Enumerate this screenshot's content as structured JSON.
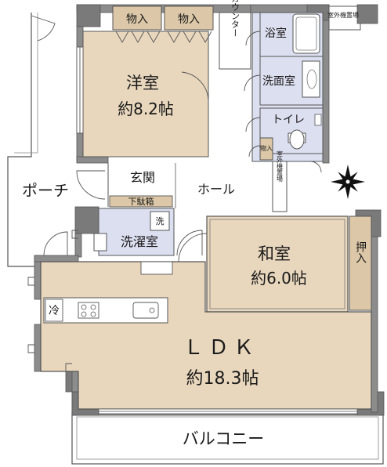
{
  "rooms": {
    "western": {
      "name": "洋室",
      "size": "約8.2帖"
    },
    "japanese": {
      "name": "和室",
      "size": "約6.0帖"
    },
    "ldk": {
      "name": "ＬＤＫ",
      "size": "約18.3帖"
    },
    "bath": {
      "name": "浴室"
    },
    "washroom": {
      "name": "洗面室"
    },
    "toilet": {
      "name": "トイレ"
    },
    "laundry": {
      "name": "洗濯室"
    },
    "entrance": {
      "name": "玄関"
    },
    "hall": {
      "name": "ホール"
    },
    "porch": {
      "name": "ポーチ"
    },
    "balcony": {
      "name": "バルコニー"
    }
  },
  "storage": {
    "closet_left": "物入",
    "closet_right": "物入",
    "toilet_closet": "物入",
    "oshiire": "押入",
    "shoe_box": "下駄箱"
  },
  "fixtures": {
    "counter": "カウンター",
    "washer": "洗",
    "fridge": "冷",
    "outdoor_unit_top": "室外機置場",
    "outdoor_unit_side": "室外機置場"
  },
  "colors": {
    "wall": "#8c8c8c",
    "wall_dark": "#6f6f6f",
    "room_fill": "#e8d7bd",
    "wet_fill": "#dcdff0",
    "storage_fill": "#dcc8a8",
    "line": "#555555"
  },
  "icons": [
    "compass-north-icon",
    "sink-icon",
    "stove-icon",
    "toilet-icon",
    "bathtub-icon",
    "washer-icon"
  ]
}
